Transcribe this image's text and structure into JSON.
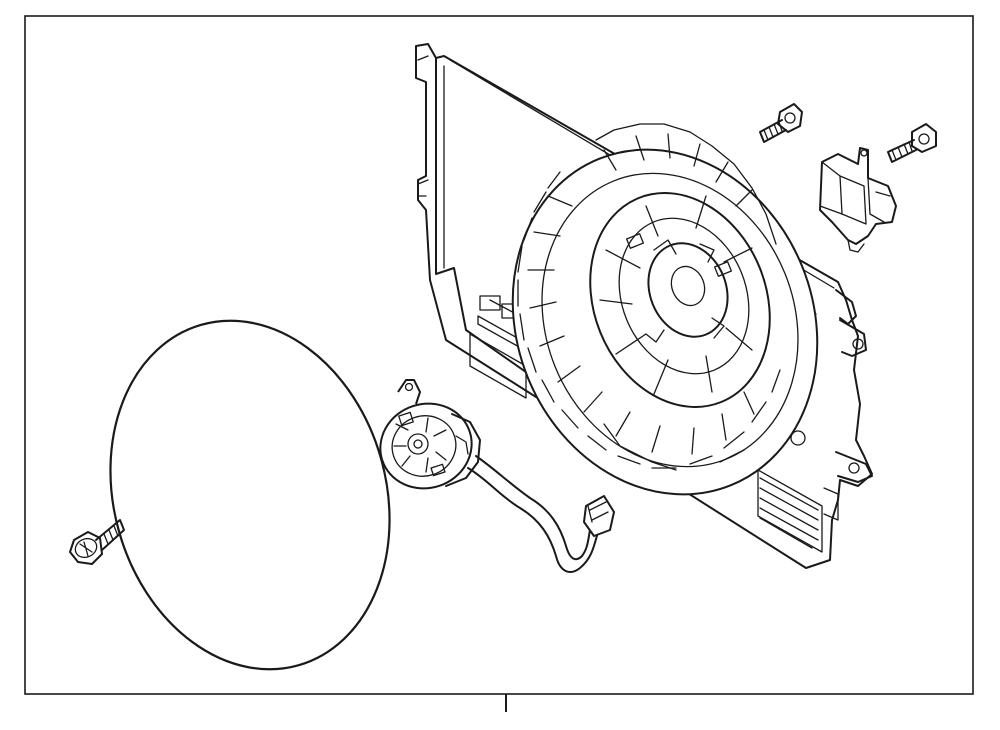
{
  "diagram": {
    "parts": [
      {
        "id": "fan-shroud",
        "icon": "fan-shroud-assembly"
      },
      {
        "id": "fan-blade",
        "icon": "fan-blade-disc"
      },
      {
        "id": "fan-motor",
        "icon": "fan-motor-with-harness"
      },
      {
        "id": "resistor",
        "icon": "fan-resistor-module"
      },
      {
        "id": "bolt-upper-left",
        "icon": "bolt"
      },
      {
        "id": "bolt-upper-right",
        "icon": "bolt"
      },
      {
        "id": "bolt-lower-left",
        "icon": "flange-bolt"
      }
    ],
    "colors": {
      "line": "#1a1a1a",
      "background": "#ffffff",
      "fill": "#ffffff"
    }
  }
}
